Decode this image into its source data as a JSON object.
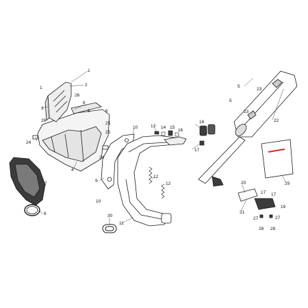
{
  "colors": {
    "line": "#1a1a1a",
    "part_fill": "#ffffff",
    "shade": "#d6d6d6",
    "bolt_dark": "#3c3c3c",
    "brand_mark": "#cc2a1a"
  },
  "parts": [
    {
      "number": "1",
      "name": "screw"
    },
    {
      "number": "2",
      "name": "airbox-cover"
    },
    {
      "number": "3",
      "name": "air-filter-cover"
    },
    {
      "number": "4",
      "name": "airbox"
    },
    {
      "number": "5",
      "name": "screw"
    },
    {
      "number": "6",
      "name": "bracket"
    },
    {
      "number": "7",
      "name": "air-filter"
    },
    {
      "number": "8",
      "name": "hose-clamp"
    },
    {
      "number": "9",
      "name": "heat-shield"
    },
    {
      "number": "10",
      "name": "screw"
    },
    {
      "number": "11",
      "name": "exhaust-pipe"
    },
    {
      "number": "12",
      "name": "spring"
    },
    {
      "number": "13",
      "name": "bolt"
    },
    {
      "number": "14",
      "name": "washer"
    },
    {
      "number": "15",
      "name": "nut"
    },
    {
      "number": "16",
      "name": "spacer"
    },
    {
      "number": "17",
      "name": "nut"
    },
    {
      "number": "18",
      "name": "rubber-mount"
    },
    {
      "number": "19",
      "name": "mounting-bracket"
    },
    {
      "number": "20",
      "name": "clamp"
    },
    {
      "number": "21",
      "name": "silencer-tube"
    },
    {
      "number": "22",
      "name": "silencer"
    },
    {
      "number": "23",
      "name": "washer"
    },
    {
      "number": "24",
      "name": "screw"
    },
    {
      "number": "25",
      "name": "rubber-grommet"
    },
    {
      "number": "26",
      "name": "screw"
    },
    {
      "number": "27",
      "name": "screw"
    },
    {
      "number": "28",
      "name": "rubber-grommet"
    },
    {
      "number": "29",
      "name": "silencer-packing"
    },
    {
      "number": "30",
      "name": "o-ring"
    }
  ]
}
